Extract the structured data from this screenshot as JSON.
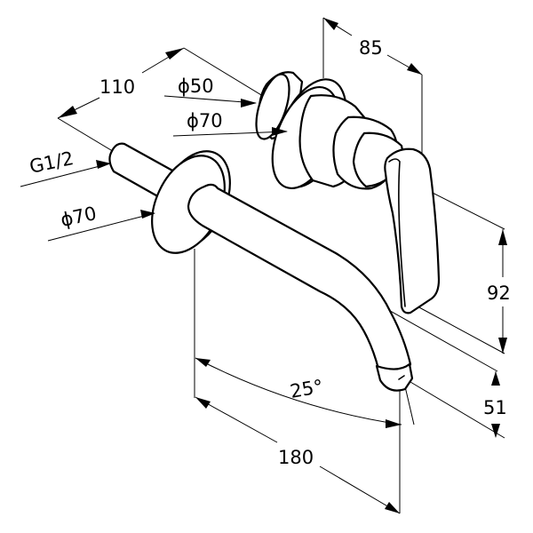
{
  "drawing": {
    "subject": "Wall-mounted single-lever basin mixer",
    "colors": {
      "line": "#000000",
      "background": "#ffffff"
    }
  },
  "dimensions": {
    "pipe_length": {
      "label": "110"
    },
    "handle_rosette_small": {
      "label": "ϕ50"
    },
    "handle_rosette_large": {
      "label": "ϕ70"
    },
    "connection_thread": {
      "label": "G1/2"
    },
    "spout_rosette": {
      "label": "ϕ70"
    },
    "handle_depth": {
      "label": "85"
    },
    "handle_height": {
      "label": "92"
    },
    "spout_drop": {
      "label": "51"
    },
    "spout_angle": {
      "label": "25°"
    },
    "spout_projection": {
      "label": "180"
    }
  }
}
